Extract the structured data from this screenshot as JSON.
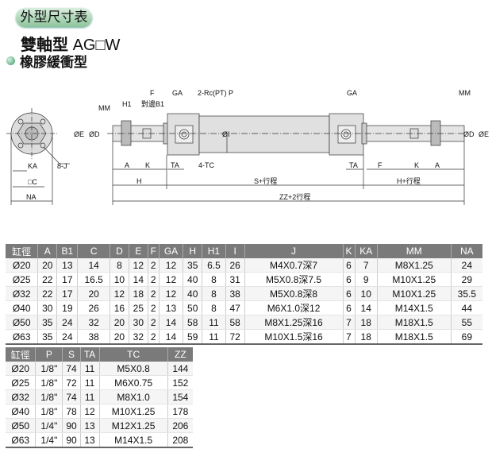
{
  "header": {
    "badge": "外型尺寸表",
    "title_cn": "雙軸型",
    "title_model": "AG□W",
    "subtitle": "橡膠緩衝型"
  },
  "drawing": {
    "labels": {
      "MM": "MM",
      "H1": "H1",
      "B1": "對邊B1",
      "F": "F",
      "GA": "GA",
      "P": "2-Rc(PT) P",
      "I": "ØI",
      "D": "ØD",
      "E": "ØE",
      "KA": "KA",
      "J": "8-J",
      "C": "□C",
      "NA": "NA",
      "A": "A",
      "K": "K",
      "TA": "TA",
      "TC": "4-TC",
      "H": "H",
      "S": "S+行程",
      "HS": "H+行程",
      "ZZ": "ZZ+2行程"
    }
  },
  "table1": {
    "headers": [
      "缸徑",
      "A",
      "B1",
      "C",
      "D",
      "E",
      "F",
      "GA",
      "H",
      "H1",
      "I",
      "J",
      "K",
      "KA",
      "MM",
      "NA"
    ],
    "rows": [
      [
        "Ø20",
        "20",
        "13",
        "14",
        "8",
        "12",
        "2",
        "12",
        "35",
        "6.5",
        "26",
        "M4X0.7深7",
        "6",
        "7",
        "M8X1.25",
        "24"
      ],
      [
        "Ø25",
        "22",
        "17",
        "16.5",
        "10",
        "14",
        "2",
        "12",
        "40",
        "8",
        "31",
        "M5X0.8深7.5",
        "6",
        "9",
        "M10X1.25",
        "29"
      ],
      [
        "Ø32",
        "22",
        "17",
        "20",
        "12",
        "18",
        "2",
        "12",
        "40",
        "8",
        "38",
        "M5X0.8深8",
        "6",
        "10",
        "M10X1.25",
        "35.5"
      ],
      [
        "Ø40",
        "30",
        "19",
        "26",
        "16",
        "25",
        "2",
        "13",
        "50",
        "8",
        "47",
        "M6X1.0深12",
        "6",
        "14",
        "M14X1.5",
        "44"
      ],
      [
        "Ø50",
        "35",
        "24",
        "32",
        "20",
        "30",
        "2",
        "14",
        "58",
        "11",
        "58",
        "M8X1.25深16",
        "7",
        "18",
        "M18X1.5",
        "55"
      ],
      [
        "Ø63",
        "35",
        "24",
        "38",
        "20",
        "32",
        "2",
        "14",
        "59",
        "11",
        "72",
        "M10X1.5深16",
        "7",
        "18",
        "M18X1.5",
        "69"
      ]
    ]
  },
  "table2": {
    "headers": [
      "缸徑",
      "P",
      "S",
      "TA",
      "TC",
      "ZZ"
    ],
    "rows": [
      [
        "Ø20",
        "1/8\"",
        "74",
        "11",
        "M5X0.8",
        "144"
      ],
      [
        "Ø25",
        "1/8\"",
        "72",
        "11",
        "M6X0.75",
        "152"
      ],
      [
        "Ø32",
        "1/8\"",
        "74",
        "11",
        "M8X1.0",
        "154"
      ],
      [
        "Ø40",
        "1/8\"",
        "78",
        "12",
        "M10X1.25",
        "178"
      ],
      [
        "Ø50",
        "1/4\"",
        "90",
        "13",
        "M12X1.25",
        "206"
      ],
      [
        "Ø63",
        "1/4\"",
        "90",
        "13",
        "M14X1.5",
        "208"
      ]
    ]
  }
}
